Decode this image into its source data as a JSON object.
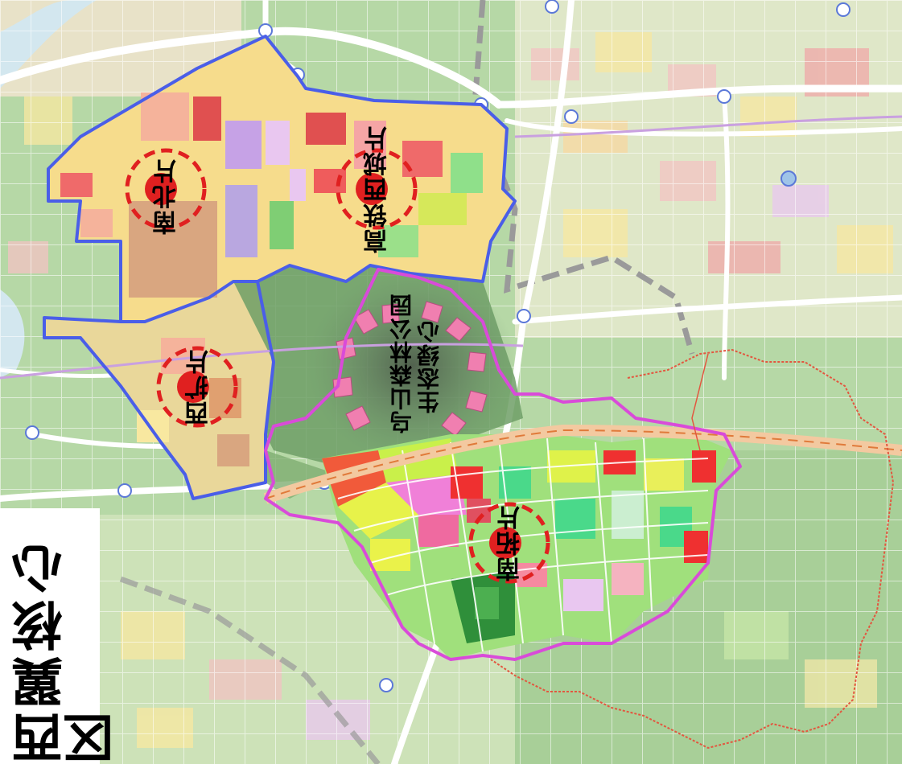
{
  "map": {
    "title": "西翼核心区",
    "zones": [
      {
        "id": "nanbei",
        "label": "南北片"
      },
      {
        "id": "gaotie",
        "label": "高铁西城片"
      },
      {
        "id": "xikuo",
        "label": "西扩片"
      },
      {
        "id": "nantuo",
        "label": "南拓片"
      }
    ],
    "green_core": {
      "lines": [
        "乌山森林公园",
        "生态绿心"
      ]
    },
    "colors": {
      "core_boundary": "#4a5ee8",
      "south_boundary": "#d94bd9",
      "outer_boundary": "#e3563f",
      "zone_marker": "#e02020",
      "railway": "#e8a05a",
      "roads": "#ffffff",
      "highway_dashed": "#9a9a9a"
    }
  }
}
